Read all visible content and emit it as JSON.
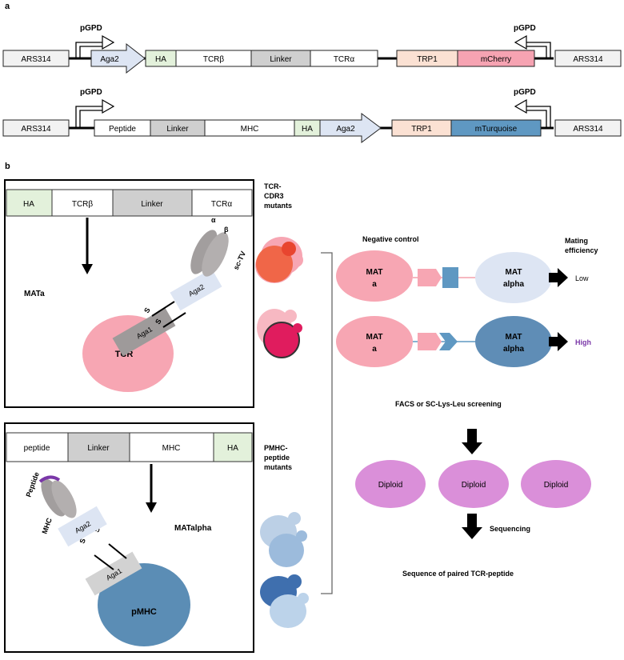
{
  "panel_a": {
    "label": "a",
    "construct1": {
      "left_box": "ARS314",
      "promoter_left": "pGPD",
      "aga2": "Aga2",
      "ha": "HA",
      "tcrb": "TCRβ",
      "linker": "Linker",
      "tcra": "TCRα",
      "trp1": "TRP1",
      "reporter": "mCherry",
      "promoter_right": "pGPD",
      "right_box": "ARS314"
    },
    "construct2": {
      "left_box": "ARS314",
      "promoter_left": "pGPD",
      "peptide": "Peptide",
      "linker": "Linker",
      "mhc": "MHC",
      "ha": "HA",
      "aga2": "Aga2",
      "trp1": "TRP1",
      "reporter": "mTurquoise",
      "promoter_right": "pGPD",
      "right_box": "ARS314"
    }
  },
  "panel_b": {
    "label": "b",
    "tcr_box": {
      "ha": "HA",
      "tcrb": "TCRβ",
      "linker": "Linker",
      "tcra": "TCRα",
      "mating_type": "MATa",
      "alpha": "α",
      "beta": "β",
      "sctv": "sc-TV",
      "aga2": "Aga2",
      "aga1": "Aga1",
      "s": "S",
      "cell": "TCR"
    },
    "pmhc_box": {
      "peptide": "peptide",
      "linker": "Linker",
      "mhc": "MHC",
      "ha": "HA",
      "mating_type": "MATalpha",
      "peptide_label": "Peptide",
      "mhc_label": "MHC",
      "aga2": "Aga2",
      "aga1": "Aga1",
      "s": "S",
      "cell": "pMHC"
    },
    "tcr_mutants": [
      "TCR-",
      "CDR3",
      "mutants"
    ],
    "pmhc_mutants": [
      "PMHC-",
      "peptide",
      "mutants"
    ],
    "negative_control": "Negative control",
    "mating_efficiency": [
      "Mating",
      "efficiency"
    ],
    "mat_a": [
      "MAT",
      "a"
    ],
    "mat_alpha": [
      "MAT",
      "alpha"
    ],
    "low": "Low",
    "high": "High",
    "screening": "FACS or SC-Lys-Leu screening",
    "diploid": "Diploid",
    "sequencing": "Sequencing",
    "result": "Sequence of paired TCR-peptide",
    "colors": {
      "tcr_pink": "#f7a6b3",
      "pmhc_blue": "#5b8db5",
      "light_blue": "#dde5f3",
      "ha_green": "#e3f1db",
      "linker_gray": "#cfcfcf",
      "trp1_peach": "#fbe1d3",
      "mcherry": "#f6a3b2",
      "mturquoise": "#5f98c2",
      "diploid": "#da8fd9",
      "high_text": "#7a37a8"
    }
  }
}
